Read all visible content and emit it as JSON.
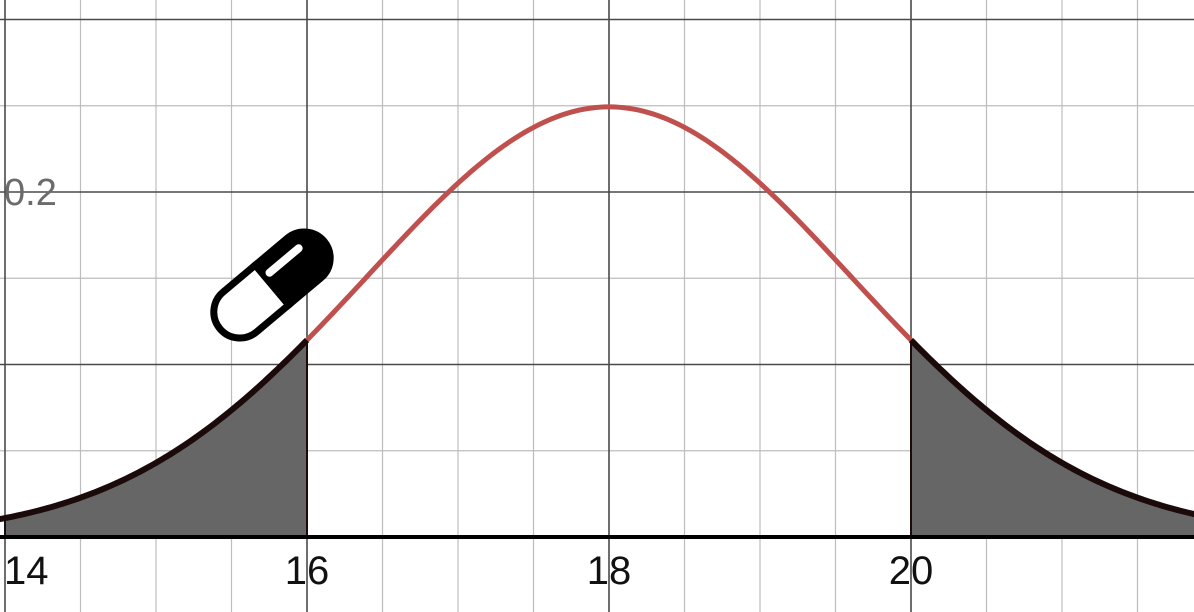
{
  "chart_data": {
    "type": "area",
    "curve": "normal",
    "mean": 18,
    "sd": 1.6,
    "xlim": [
      14,
      22
    ],
    "ylim": [
      0,
      0.3
    ],
    "x_major_ticks": [
      16,
      18,
      20
    ],
    "x_tick_labels": [
      "14",
      "16",
      "18",
      "20"
    ],
    "y_major_ticks": [
      0.2
    ],
    "y_tick_labels": [
      "0.2"
    ],
    "x_minor_step": 0.5,
    "y_minor_step": 0.05,
    "grid": true,
    "shaded_regions": [
      [
        14,
        16
      ],
      [
        20,
        22
      ]
    ],
    "peak_value": 0.249
  },
  "colors": {
    "curve_center": "#c0504d",
    "curve_tails": "#1a0a0a",
    "shade_fill": "#666666",
    "grid_minor": "#bdbdbd",
    "grid_major": "#4a4a4a",
    "axis": "#000000"
  },
  "icons": {
    "pill": "capsule-pill-icon"
  }
}
